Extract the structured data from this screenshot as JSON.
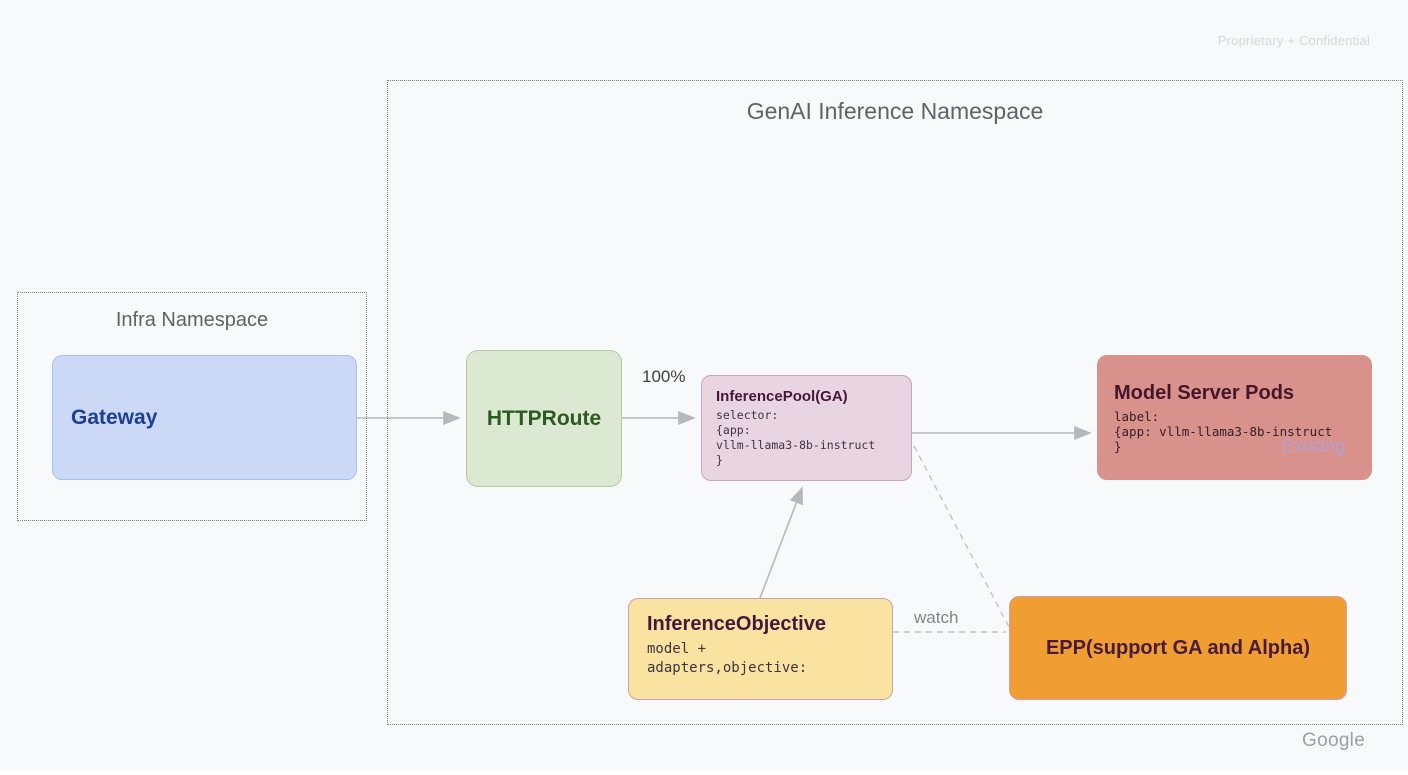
{
  "page": {
    "watermark": "Proprietary + Confidential",
    "brand": "Google",
    "background_color": "#f8f9fa"
  },
  "containers": {
    "genai_namespace": {
      "title": "GenAI Inference Namespace"
    },
    "infra_namespace": {
      "title": "Infra Namespace"
    }
  },
  "nodes": {
    "gateway": {
      "label": "Gateway",
      "fill": "#ccd9f6",
      "border": "#a9bfec",
      "text_color": "#1c3e94"
    },
    "httproute": {
      "label": "HTTPRoute",
      "fill": "#dbe9d2",
      "border": "#b4cba0",
      "text_color": "#2d5a1e"
    },
    "inference_pool": {
      "title": "InferencePool(GA)",
      "code_lines": [
        "selector:",
        "{app:",
        "vllm-llama3-8b-instruct",
        "}"
      ],
      "fill": "#e9d5df",
      "border": "#c9a2b9",
      "text_color": "#45173c"
    },
    "model_server_pods": {
      "title": "Model Server Pods",
      "code_lines": [
        "label:",
        "{app: vllm-llama3-8b-instruct",
        "}"
      ],
      "tag": "Existing",
      "fill": "#d9918b",
      "text_color": "#431729",
      "tag_color": "#b5a0ce"
    },
    "inference_objective": {
      "title": "InferenceObjective",
      "code_lines": [
        "model +",
        "adapters,objective:"
      ],
      "fill": "#fae3a1",
      "border": "#cf9fb6",
      "text_color": "#45173c"
    },
    "epp": {
      "label": "EPP(support GA and Alpha)",
      "fill": "#f09d32",
      "border": "#cf9fb6",
      "text_color": "#471a3e"
    }
  },
  "edges": {
    "httproute_to_pool": {
      "label": "100%",
      "style": "solid-arrow"
    },
    "gateway_to_httproute": {
      "label": "",
      "style": "solid-arrow"
    },
    "pool_to_pods": {
      "label": "",
      "style": "solid-arrow"
    },
    "objective_to_pool": {
      "label": "",
      "style": "solid-arrow"
    },
    "pool_to_epp": {
      "label": "",
      "style": "dashed"
    },
    "objective_to_epp": {
      "label": "watch",
      "style": "dashed"
    },
    "line_color": "#b5b8bc"
  }
}
